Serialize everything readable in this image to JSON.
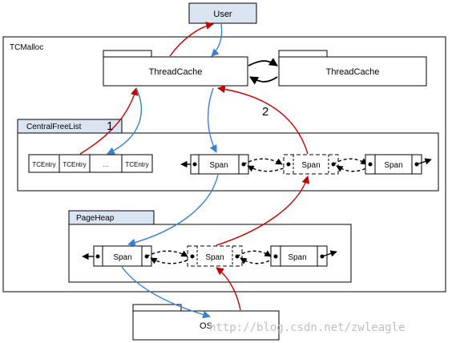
{
  "nodes": {
    "user": "User",
    "tcmalloc": "TCMalloc",
    "thread_cache_1": "ThreadCache",
    "thread_cache_2": "ThreadCache",
    "central_free_list": "CentralFreeList",
    "tc_entries": [
      "TCEntry",
      "TCEntry",
      "...",
      "TCEntry"
    ],
    "central_spans": [
      "Span",
      "Span",
      "Span"
    ],
    "page_heap": "PageHeap",
    "page_heap_spans": [
      "Span",
      "Span",
      "Span"
    ],
    "os": "OS"
  },
  "path_labels": {
    "path_1": "1",
    "path_2": "2"
  },
  "watermark": "http://blog.csdn.net/zwleagle",
  "colors": {
    "header_fill": "#dbe5f1",
    "allocate_arrow": "#c00000",
    "return_arrow": "#3a7fd0",
    "border": "#000000"
  }
}
